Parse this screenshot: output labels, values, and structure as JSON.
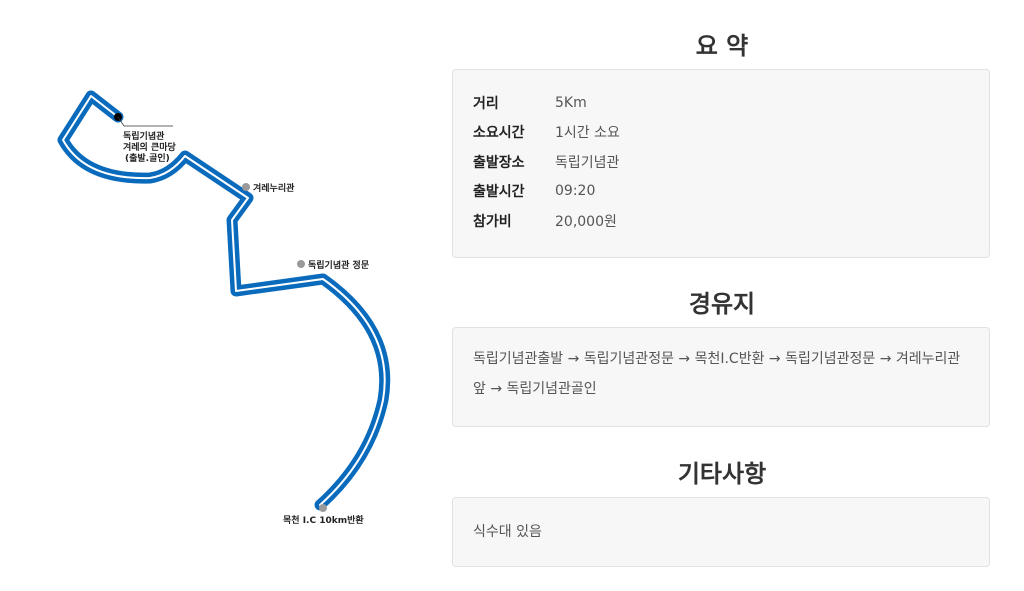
{
  "map": {
    "start_label_1": "독립기념관",
    "start_label_2": "겨레의 큰마당",
    "start_label_3": "(출발.골인)",
    "poi_1": "겨레누리관",
    "poi_2": "독립기념관 정문",
    "poi_3": "목천 I.C 10km반환",
    "route_color": "#0a6bbd"
  },
  "summary": {
    "title": "요 약",
    "rows": [
      {
        "key": "거리",
        "value": "5Km"
      },
      {
        "key": "소요시간",
        "value": "1시간 소요"
      },
      {
        "key": "출발장소",
        "value": "독립기념관"
      },
      {
        "key": "출발시간",
        "value": "09:20"
      },
      {
        "key": "참가비",
        "value": "20,000원"
      }
    ]
  },
  "waypoints": {
    "title": "경유지",
    "text": "독립기념관출발 → 독립기념관정문 → 목천I.C반환 → 독립기념관정문 → 겨레누리관 앞 → 독립기념관골인"
  },
  "notes": {
    "title": "기타사항",
    "text": "식수대 있음"
  }
}
